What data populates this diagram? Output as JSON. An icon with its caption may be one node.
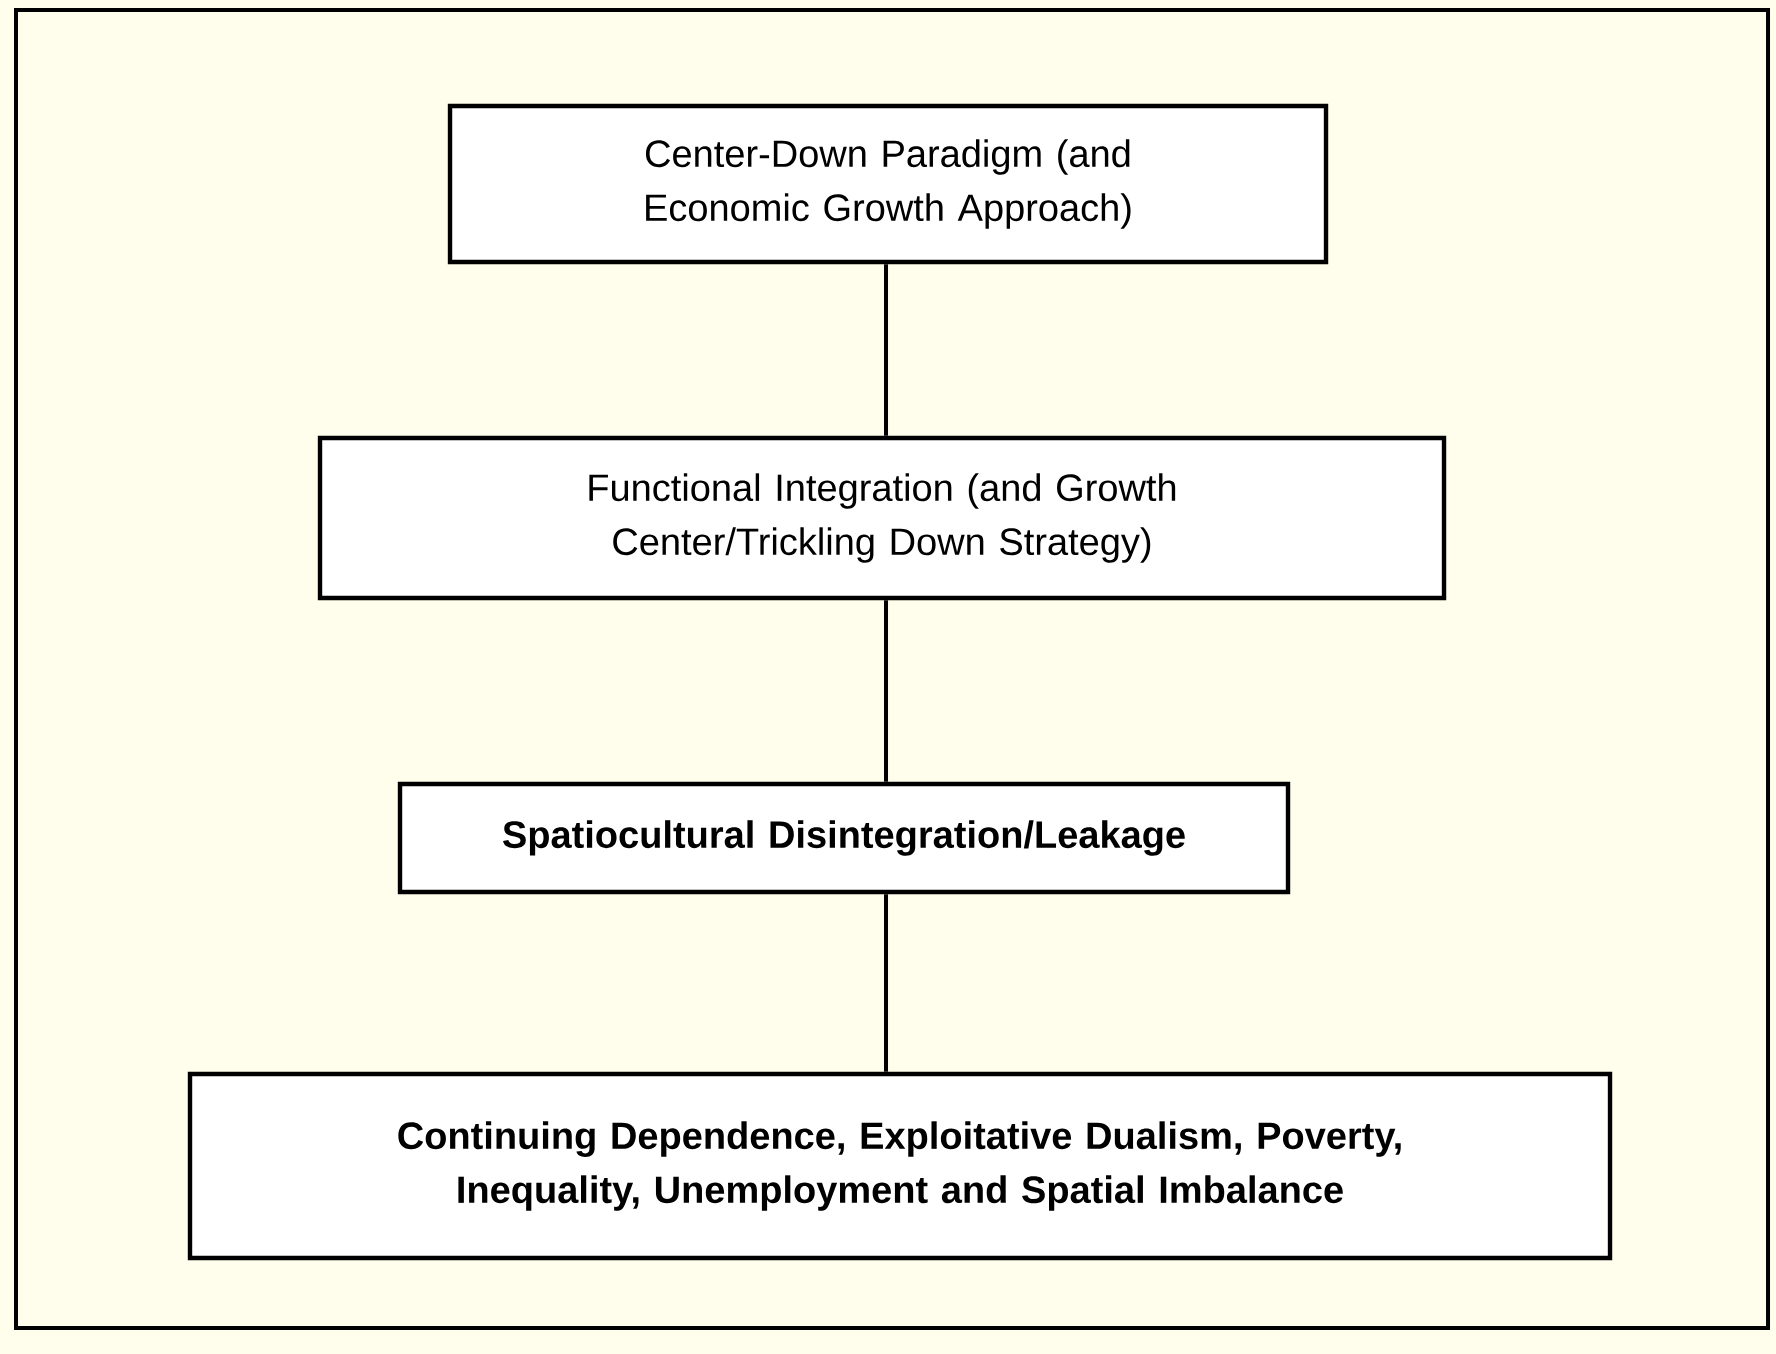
{
  "diagram": {
    "nodes": [
      {
        "text": [
          "Center-Down Paradigm (and Economic Growth Approach)"
        ]
      },
      {
        "text": [
          "Functional Integration (and Growth Center/Trickling Down Strategy)"
        ]
      },
      {
        "text": [
          "Spatiocultural Disintegration/Leakage"
        ]
      },
      {
        "text": [
          "Continuing Dependence, Exploitative Dualism, Poverty, Inequality, Unemployment and Spatial Imbalance"
        ]
      }
    ],
    "edges": [
      {
        "from": 0,
        "to": 1,
        "arrow": "none"
      },
      {
        "from": 1,
        "to": 2,
        "arrow": "none"
      },
      {
        "from": 2,
        "to": 3,
        "arrow": "none"
      }
    ]
  }
}
